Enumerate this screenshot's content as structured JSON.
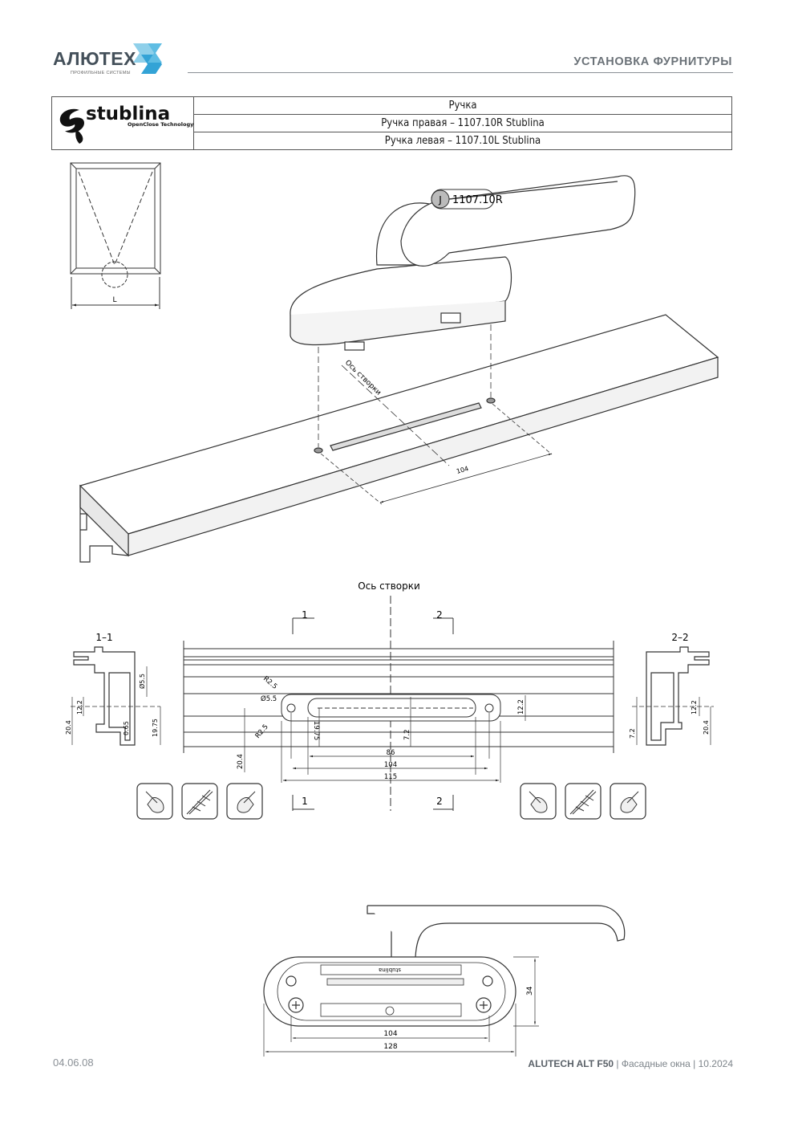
{
  "header": {
    "brand": "АЛЮТЕХ",
    "brand_sub": "ПРОФИЛЬНЫЕ СИСТЕМЫ",
    "section_title": "УСТАНОВКА ФУРНИТУРЫ"
  },
  "spec_table": {
    "supplier_logo": "stublina",
    "supplier_tagline": "OpenClose Technology",
    "rows": [
      "Ручка",
      "Ручка правая – 1107.10R Stublina",
      "Ручка левая – 1107.10L Stublina"
    ]
  },
  "iso_view": {
    "frame_dim": "L",
    "part_badge": "J",
    "part_code": "1107.10R",
    "axis_label": "Ось створки",
    "dim_104": "104"
  },
  "plan_view": {
    "axis_label": "Ось створки",
    "section_1": "1",
    "section_2": "2",
    "section_1_1": "1–1",
    "section_2_2": "2–2",
    "dims": {
      "r25_top": "R2.5",
      "d55_left": "Ø5.5",
      "r25_bottom": "R2.5",
      "d1975_inner": "19.75",
      "d72_inner": "7.2",
      "d204_left": "20.4",
      "d86": "86",
      "d104": "104",
      "d115": "115",
      "d122_right": "12.2",
      "sec_d55": "Ø5.5",
      "sec_d122": "12.2",
      "sec_d065": "0.65",
      "sec_d204": "20.4",
      "sec_d1975": "19.75",
      "sec2_d72": "7.2",
      "sec2_d122": "12.2",
      "sec2_d204": "20.4"
    }
  },
  "icons": [
    "hand-point-icon",
    "drill-bit-icon",
    "hand-point-icon",
    "hand-point-icon",
    "drill-bit-icon",
    "hand-point-icon"
  ],
  "handle_view": {
    "brand_mark": "stublina",
    "dim_34": "34",
    "dim_104": "104",
    "dim_128": "128"
  },
  "footer": {
    "page_code": "04.06.08",
    "product": "ALUTECH ALT F50",
    "details": "| Фасадные окна | 10.2024"
  }
}
